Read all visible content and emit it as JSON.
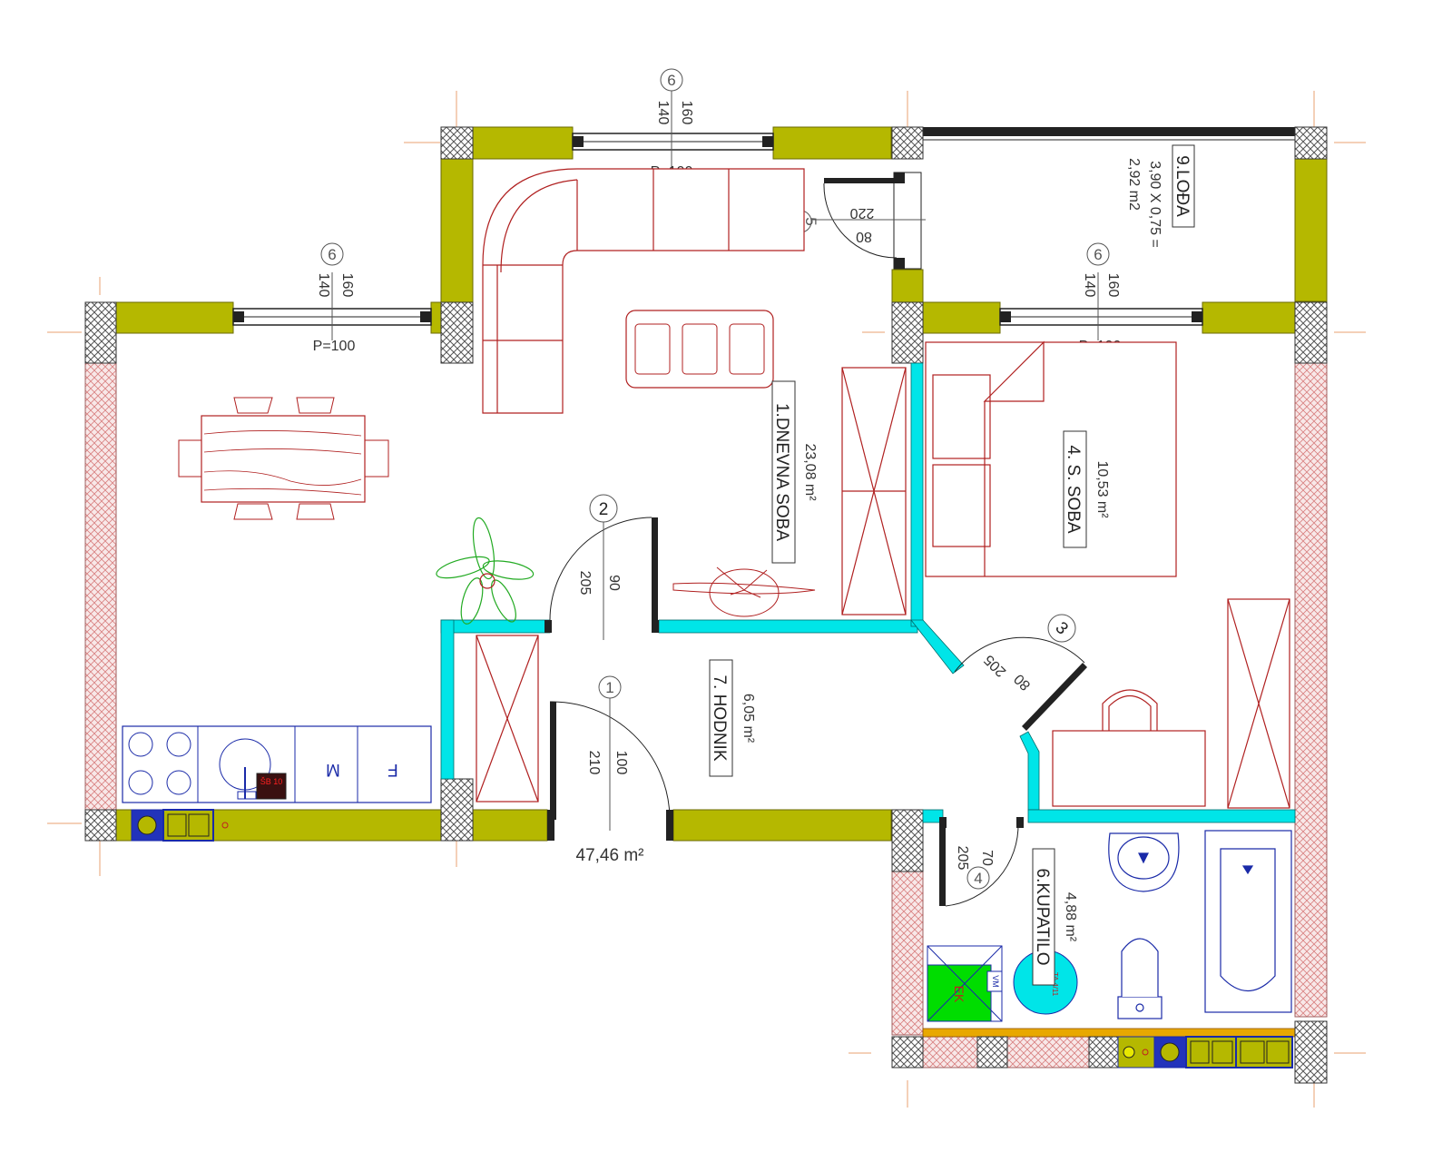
{
  "colors": {
    "exterior_wall": "#b5b800",
    "partition_wall": "#00e5e8",
    "column_hatch": "#555555",
    "brick_hatch": "#e8a0a0",
    "furniture": "#b02020",
    "door": "#222222",
    "boiler": "#00dd00",
    "heater": "#00e5e8",
    "bathroom_fixture": "#1a2aa8"
  },
  "rooms": [
    {
      "number_name": "1.DNEVNA SOBA",
      "area": "23,08 m²"
    },
    {
      "number_name": "4. S. SOBA",
      "area": "10,53 m²"
    },
    {
      "number_name": "7. HODNIK",
      "area": "6,05 m²"
    },
    {
      "number_name": "6.KUPATILO",
      "area": "4,88 m²"
    },
    {
      "number_name": "9.LOĐA",
      "size": "3,90 X 0,75 =",
      "area": "2,92 m2"
    }
  ],
  "total_area": "47,46 m²",
  "windows": [
    {
      "tag": "6",
      "width": "140",
      "height": "160",
      "sill": "P=100"
    },
    {
      "tag": "6",
      "width": "140",
      "height": "160",
      "sill": "P=100"
    },
    {
      "tag": "6",
      "width": "140",
      "height": "160",
      "sill": "P=100"
    }
  ],
  "doors": [
    {
      "tag": "1",
      "width": "100",
      "height": "210"
    },
    {
      "tag": "2",
      "width": "90",
      "height": "205"
    },
    {
      "tag": "3",
      "width": "80",
      "height": "205"
    },
    {
      "tag": "4",
      "width": "70",
      "height": "205"
    },
    {
      "tag": "5",
      "width": "80",
      "height": "220"
    }
  ],
  "kitchen_labels": {
    "washing": "M",
    "fridge": "F",
    "stove": "ŠB 10"
  },
  "bath_labels": {
    "boiler": "EK",
    "meter": "VM",
    "heater": "TA 4/11"
  }
}
